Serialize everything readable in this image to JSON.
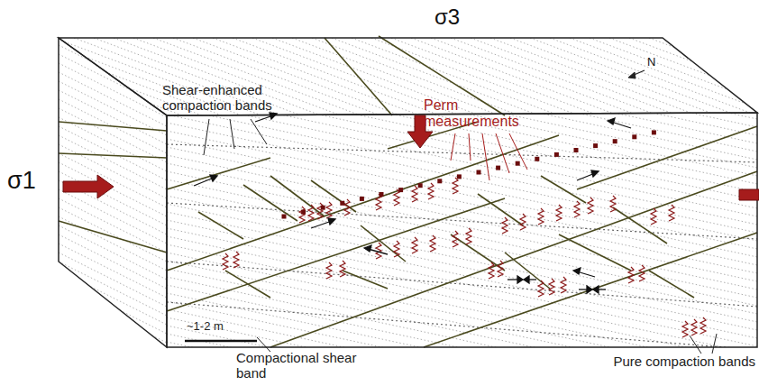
{
  "diagram": {
    "labels": [
      "σ3",
      "σ1",
      "N",
      "Shear-enhanced compaction bands",
      "Perm measurements",
      "~1-2 m",
      "Compactional shear band",
      "Pure compaction bands"
    ]
  }
}
